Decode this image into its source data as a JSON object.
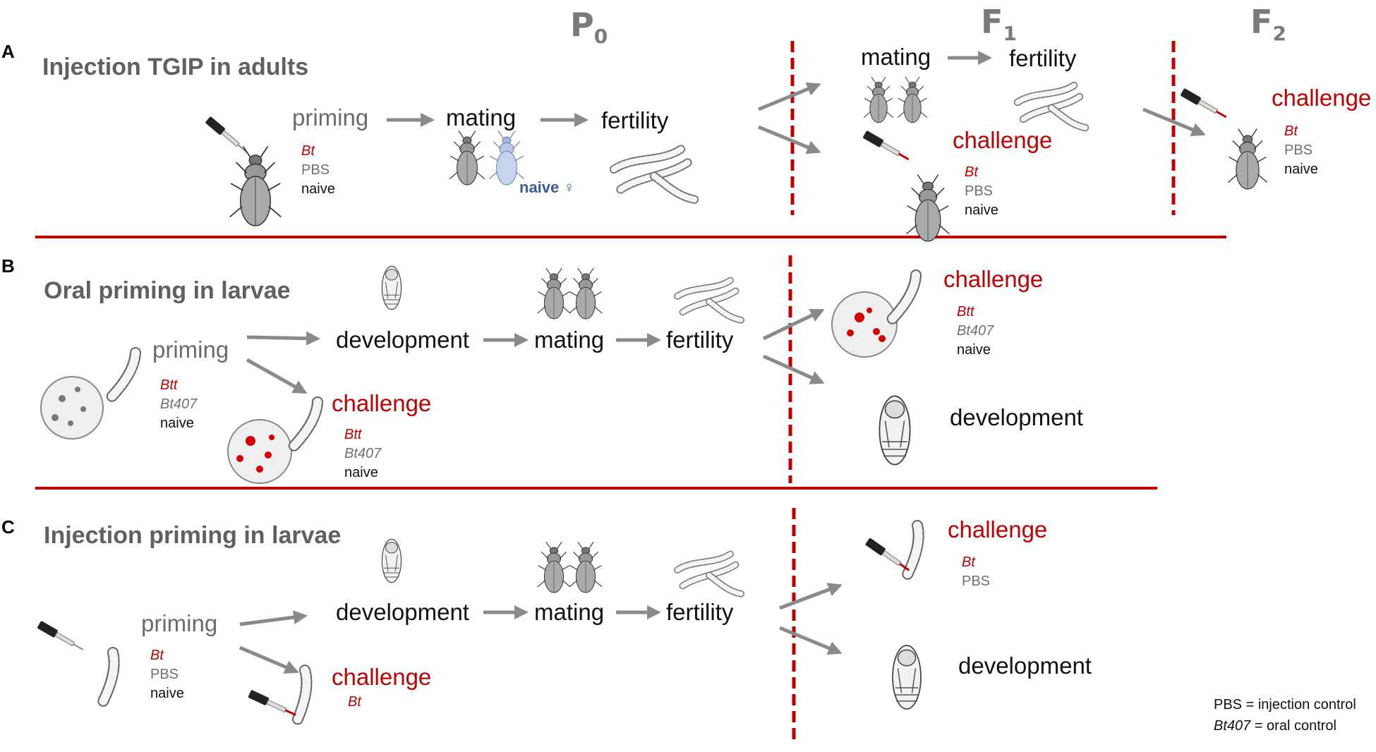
{
  "generations": {
    "p0_main": "P",
    "p0_sub": "0",
    "f1_main": "F",
    "f1_sub": "1",
    "f2_main": "F",
    "f2_sub": "2"
  },
  "panel_a": {
    "letter": "A",
    "title": "Injection TGIP in adults",
    "priming": "priming",
    "mating": "mating",
    "fertility": "fertility",
    "treatments": [
      "Bt",
      "PBS",
      "naive"
    ],
    "naive_female": "naive ♀",
    "f1_mating": "mating",
    "f1_fertility": "fertility",
    "f1_challenge": "challenge",
    "f1_treatments": [
      "Bt",
      "PBS",
      "naive"
    ],
    "f2_challenge": "challenge",
    "f2_treatments": [
      "Bt",
      "PBS",
      "naive"
    ]
  },
  "panel_b": {
    "letter": "B",
    "title": "Oral priming in larvae",
    "priming": "priming",
    "development": "development",
    "mating": "mating",
    "fertility": "fertility",
    "treatments": [
      "Btt",
      "Bt407",
      "naive"
    ],
    "challenge": "challenge",
    "challenge_treatments": [
      "Btt",
      "Bt407",
      "naive"
    ],
    "f1_challenge": "challenge",
    "f1_treatments": [
      "Btt",
      "Bt407",
      "naive"
    ],
    "f1_development": "development"
  },
  "panel_c": {
    "letter": "C",
    "title": "Injection priming in larvae",
    "priming": "priming",
    "development": "development",
    "mating": "mating",
    "fertility": "fertility",
    "treatments": [
      "Bt",
      "PBS",
      "naive"
    ],
    "challenge": "challenge",
    "challenge_treatments": [
      "Bt"
    ],
    "f1_challenge": "challenge",
    "f1_treatments": [
      "Bt",
      "PBS"
    ],
    "f1_development": "development"
  },
  "legend": {
    "line1": "PBS = injection control",
    "line2_italic": "Bt407",
    "line2_rest": " = oral control"
  },
  "colors": {
    "accent_red": "#c00000",
    "arrow_grey": "#8a8a8a",
    "text_grey": "#6b6b6b",
    "naive_blue": "#3d5a9a"
  }
}
